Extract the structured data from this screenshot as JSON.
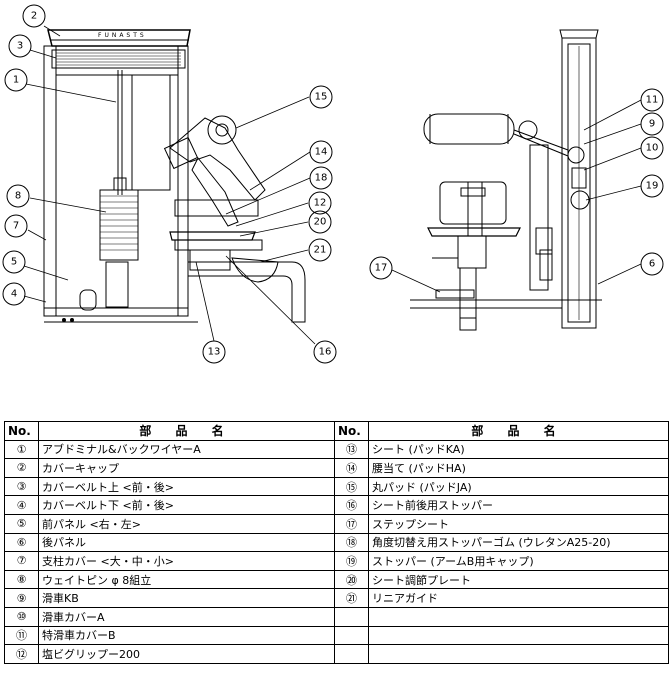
{
  "brand": "FUNASTS",
  "callouts": {
    "c1": "1",
    "c2": "2",
    "c3": "3",
    "c4": "4",
    "c5": "5",
    "c6": "6",
    "c7": "7",
    "c8": "8",
    "c9": "9",
    "c10": "10",
    "c11": "11",
    "c12": "12",
    "c13": "13",
    "c14": "14",
    "c15": "15",
    "c16": "16",
    "c17": "17",
    "c18": "18",
    "c19": "19",
    "c20": "20",
    "c21": "21"
  },
  "table": {
    "header_no": "No.",
    "header_name": "部 品 名",
    "left": [
      {
        "no": "①",
        "name": "アブドミナル&バックワイヤーA"
      },
      {
        "no": "②",
        "name": "カバーキャップ"
      },
      {
        "no": "③",
        "name": "カバーベルト上 <前・後>"
      },
      {
        "no": "④",
        "name": "カバーベルト下 <前・後>"
      },
      {
        "no": "⑤",
        "name": "前パネル <右・左>"
      },
      {
        "no": "⑥",
        "name": "後パネル"
      },
      {
        "no": "⑦",
        "name": "支柱カバー <大・中・小>"
      },
      {
        "no": "⑧",
        "name": "ウェイトピン φ 8組立"
      },
      {
        "no": "⑨",
        "name": "滑車KB"
      },
      {
        "no": "⑩",
        "name": "滑車カバーA"
      },
      {
        "no": "⑪",
        "name": "特滑車カバーB"
      },
      {
        "no": "⑫",
        "name": "塩ビグリップー200"
      }
    ],
    "right": [
      {
        "no": "⑬",
        "name": "シート (パッドKA)"
      },
      {
        "no": "⑭",
        "name": "腰当て (パッドHA)"
      },
      {
        "no": "⑮",
        "name": "丸パッド (パッドJA)"
      },
      {
        "no": "⑯",
        "name": "シート前後用ストッパー"
      },
      {
        "no": "⑰",
        "name": "ステップシート"
      },
      {
        "no": "⑱",
        "name": "角度切替え用ストッパーゴム (ウレタンA25-20)"
      },
      {
        "no": "⑲",
        "name": "ストッパー (アームB用キャップ)"
      },
      {
        "no": "⑳",
        "name": "シート調節プレート"
      },
      {
        "no": "㉑",
        "name": "リニアガイド"
      },
      {
        "no": "",
        "name": ""
      },
      {
        "no": "",
        "name": ""
      },
      {
        "no": "",
        "name": ""
      }
    ]
  }
}
